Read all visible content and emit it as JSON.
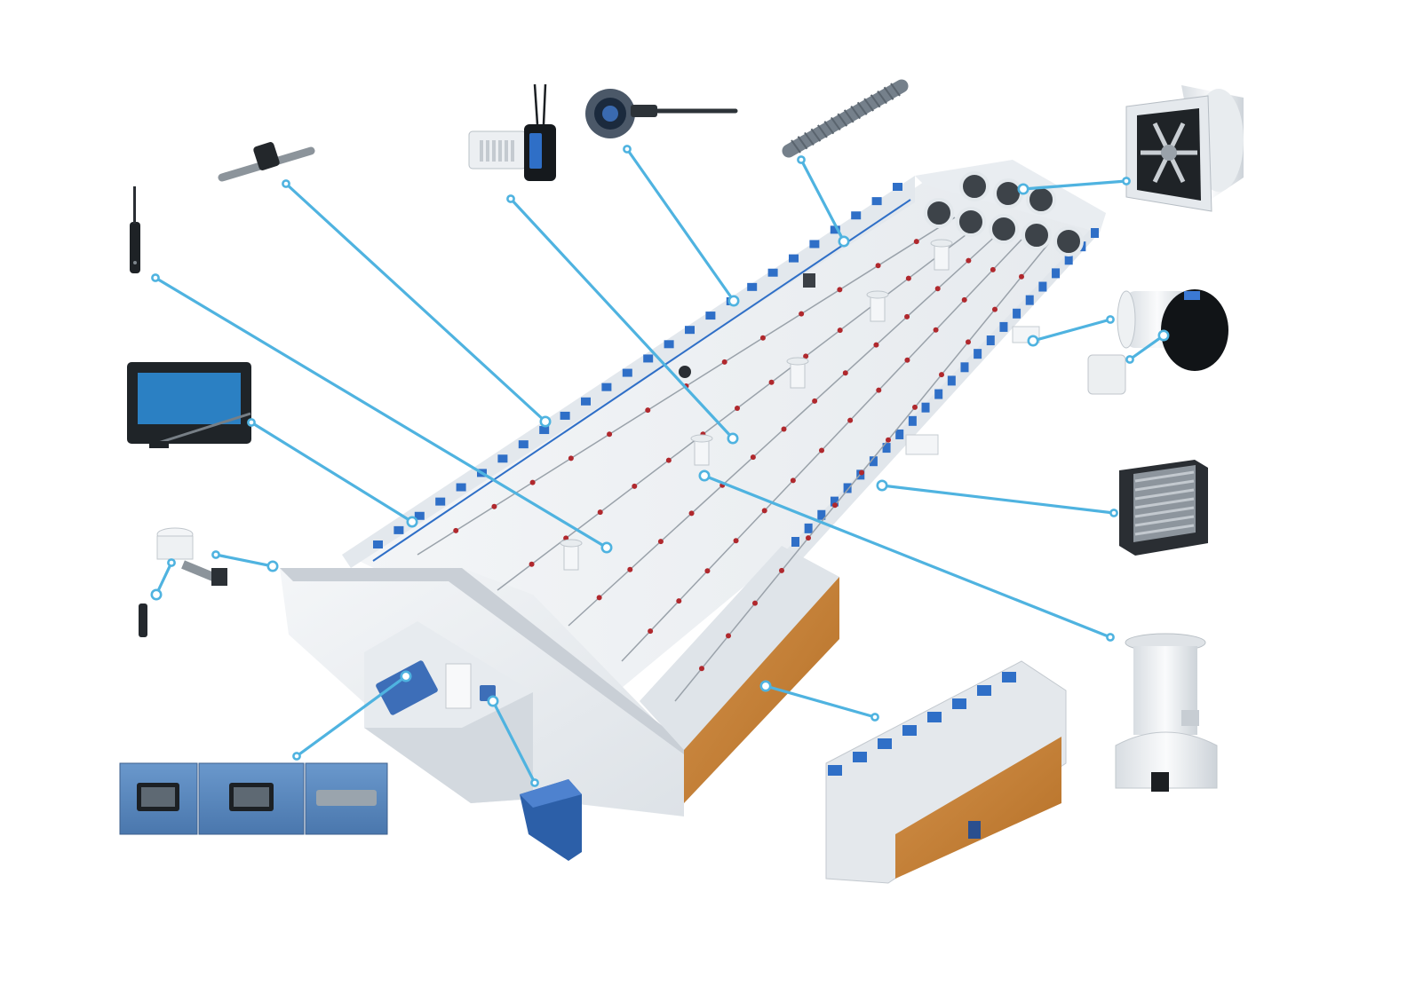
{
  "diagram": {
    "subject": "poultry-house-climate-control-system",
    "colors": {
      "accent": "#4fb3e0",
      "brand_blue": "#2f6fc7",
      "wall": "#eef1f4",
      "wall_shade": "#d9dee4",
      "cooling_pad": "#c98435",
      "drinker_red": "#b0282d",
      "controller_blue": "#4f7fb8"
    },
    "components": [
      {
        "id": "antenna",
        "icon": "wireless-antenna-icon"
      },
      {
        "id": "rod-sensor",
        "icon": "pipe-sensor-icon"
      },
      {
        "id": "climate-sensor",
        "icon": "sensor-unit-icon"
      },
      {
        "id": "round-sensor",
        "icon": "round-sensor-probe-icon"
      },
      {
        "id": "heater-tube",
        "icon": "ribbed-heater-tube-icon"
      },
      {
        "id": "tunnel-fan",
        "icon": "tunnel-fan-icon"
      },
      {
        "id": "chimney-fan",
        "icon": "chimney-fan-with-damper-icon"
      },
      {
        "id": "shutter-fan",
        "icon": "shutter-box-fan-icon"
      },
      {
        "id": "air-inlet",
        "icon": "air-inlet-chimney-icon"
      },
      {
        "id": "cooling-pad",
        "icon": "cooling-pad-unit-icon"
      },
      {
        "id": "inlet-panel",
        "icon": "inlet-panel-icon"
      },
      {
        "id": "weather-station",
        "icon": "weather-station-icon"
      },
      {
        "id": "controller",
        "icon": "control-cabinet-icon"
      },
      {
        "id": "hopper",
        "icon": "feed-hopper-icon"
      }
    ]
  }
}
